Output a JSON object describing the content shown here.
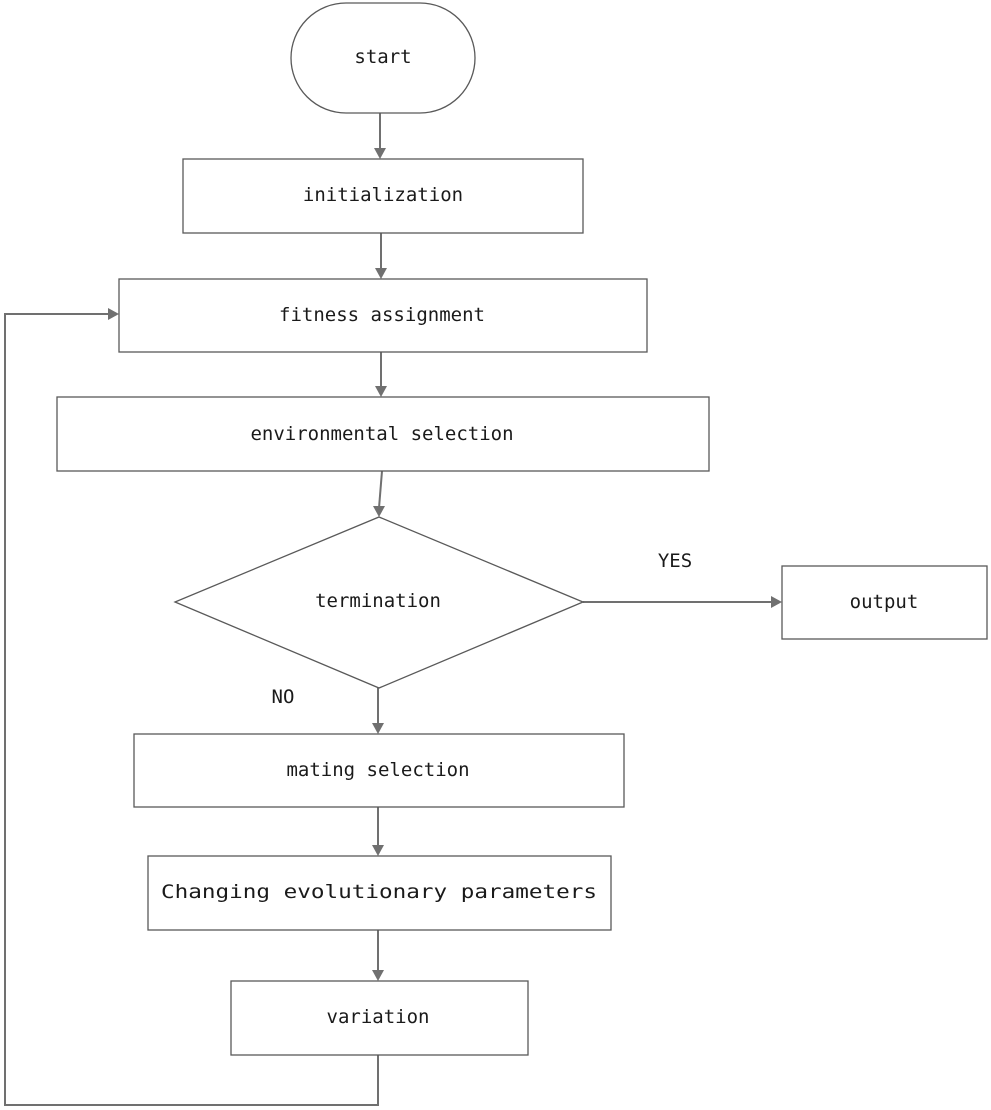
{
  "flowchart": {
    "nodes": {
      "start": "start",
      "initialization": "initialization",
      "fitness_assignment": "fitness assignment",
      "environmental_selection": "environmental selection",
      "termination": "termination",
      "output": "output",
      "mating_selection": "mating selection",
      "changing_parameters": "Changing evolutionary parameters",
      "variation": "variation"
    },
    "branch_labels": {
      "yes": "YES",
      "no": "NO"
    },
    "edges": [
      {
        "from": "start",
        "to": "initialization"
      },
      {
        "from": "initialization",
        "to": "fitness assignment"
      },
      {
        "from": "fitness assignment",
        "to": "environmental selection"
      },
      {
        "from": "environmental selection",
        "to": "termination"
      },
      {
        "from": "termination",
        "to": "output",
        "label": "YES"
      },
      {
        "from": "termination",
        "to": "mating selection",
        "label": "NO"
      },
      {
        "from": "mating selection",
        "to": "Changing evolutionary parameters"
      },
      {
        "from": "Changing evolutionary parameters",
        "to": "variation"
      },
      {
        "from": "variation",
        "to": "fitness assignment"
      }
    ],
    "colors": {
      "line": "#707070",
      "border": "#595959",
      "text": "#1a1a1a",
      "background": "#ffffff"
    }
  }
}
